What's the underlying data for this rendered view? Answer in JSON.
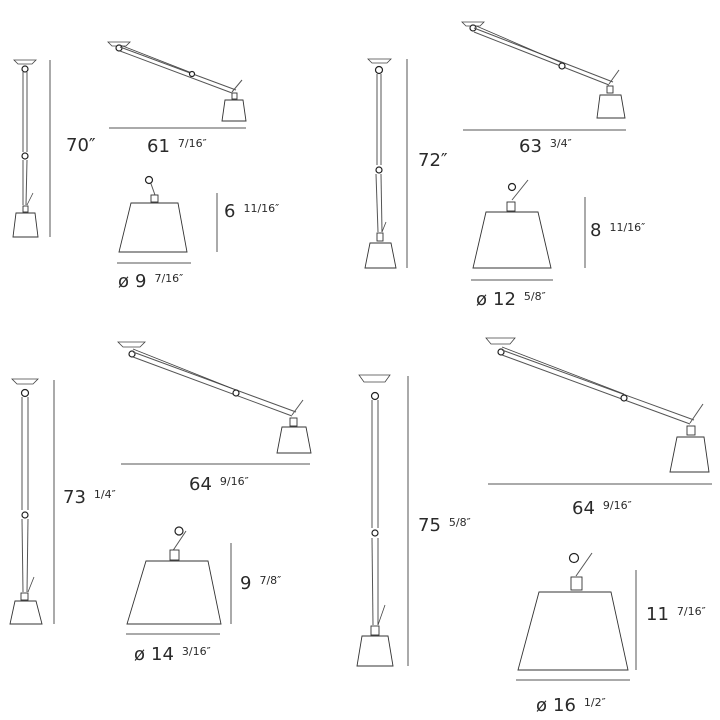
{
  "lamps": [
    {
      "height_whole": "70",
      "height_frac": "",
      "height_unit": "″",
      "reach_whole": "61",
      "reach_frac": "7/16",
      "reach_unit": "″",
      "shade_h_whole": "6",
      "shade_h_frac": "11/16",
      "shade_h_unit": "″",
      "diameter_symbol": "ø",
      "diameter_whole": "9",
      "diameter_frac": "7/16",
      "diameter_unit": "″"
    },
    {
      "height_whole": "72",
      "height_frac": "",
      "height_unit": "″",
      "reach_whole": "63",
      "reach_frac": "3/4",
      "reach_unit": "″",
      "shade_h_whole": "8",
      "shade_h_frac": "11/16",
      "shade_h_unit": "″",
      "diameter_symbol": "ø",
      "diameter_whole": "12",
      "diameter_frac": "5/8",
      "diameter_unit": "″"
    },
    {
      "height_whole": "73",
      "height_frac": "1/4",
      "height_unit": "″",
      "reach_whole": "64",
      "reach_frac": "9/16",
      "reach_unit": "″",
      "shade_h_whole": "9",
      "shade_h_frac": "7/8",
      "shade_h_unit": "″",
      "diameter_symbol": "ø",
      "diameter_whole": "14",
      "diameter_frac": "3/16",
      "diameter_unit": "″"
    },
    {
      "height_whole": "75",
      "height_frac": "5/8",
      "height_unit": "″",
      "reach_whole": "64",
      "reach_frac": "9/16",
      "reach_unit": "″",
      "shade_h_whole": "11",
      "shade_h_frac": "7/16",
      "shade_h_unit": "″",
      "diameter_symbol": "ø",
      "diameter_whole": "16",
      "diameter_frac": "1/2",
      "diameter_unit": "″"
    }
  ],
  "colors": {
    "line": "#555555",
    "text": "#2a2a2a",
    "shade_fill": "#ffffff"
  }
}
